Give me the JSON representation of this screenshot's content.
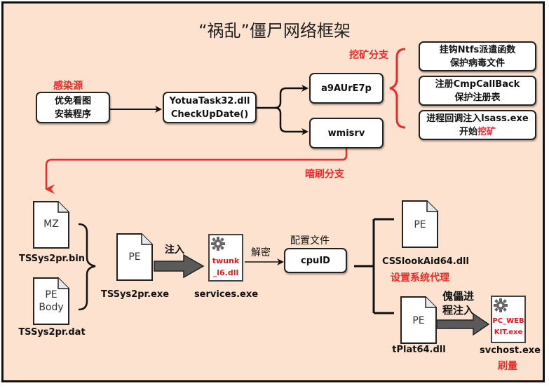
{
  "title": "“祸乱”僵尸网络框架",
  "infection_source": {
    "label": "感染源",
    "box_line1": "优免看图",
    "box_line2": "安装程序"
  },
  "loader": {
    "line1": "YotuaTask32.dll",
    "line2": "CheckUpDate()"
  },
  "mining_branch": {
    "label": "挖矿分支",
    "node": "a9AUrE7p",
    "steps": [
      {
        "line1": "挂钩Ntfs派遣函数",
        "line2": "保护病毒文件"
      },
      {
        "line1": "注册CmpCallBack",
        "line2": "保护注册表"
      },
      {
        "line1": "进程回调注入lsass.exe",
        "line2_prefix": "开始",
        "line2_highlight": "挖矿"
      }
    ]
  },
  "brush_branch": {
    "label": "暗刷分支",
    "node": "wmisrv"
  },
  "files": {
    "bin": {
      "icon_text": "MZ",
      "name": "TSSys2pr.bin"
    },
    "dat": {
      "icon_text_1": "PE",
      "icon_text_2": "Body",
      "name": "TSSys2pr.dat"
    },
    "exe": {
      "icon_text": "PE",
      "name": "TSSys2pr.exe"
    },
    "services": {
      "inner_1": "twunk",
      "inner_2": "_l6.dll",
      "name": "services.exe"
    },
    "csslook": {
      "icon_text": "PE",
      "name": "CSSlookAid64.dll",
      "desc": "设置系统代理"
    },
    "tplat": {
      "icon_text": "PE",
      "name": "tPlat64.dll"
    },
    "svchost": {
      "inner_1": "PC_WEB",
      "inner_2": "KIT.exe",
      "name": "svchost.exe",
      "desc": "刷量"
    }
  },
  "edges": {
    "inject": "注入",
    "decrypt": "解密",
    "config_label": "配置文件",
    "config_node": "cpuID",
    "puppet_1": "傀儡进",
    "puppet_2": "程注入"
  },
  "colors": {
    "background": "#fde3cf",
    "accent_red": "#ee2a2a",
    "arrow_gray": "#5a5a5a"
  }
}
